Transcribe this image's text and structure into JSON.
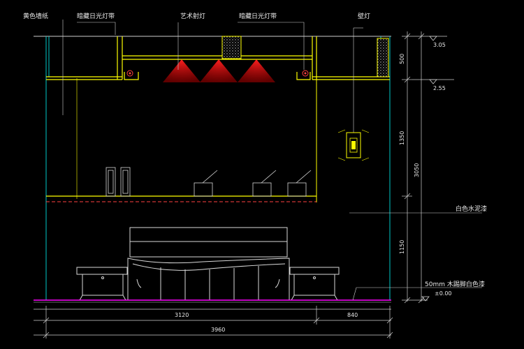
{
  "labels": {
    "wallpaper": "黄色墙纸",
    "hidden_light_left": "暗藏日光灯带",
    "art_spotlight": "艺术射灯",
    "hidden_light_right": "暗藏日光灯带",
    "wall_lamp": "壁灯",
    "white_paint": "白色水泥漆",
    "skirting": "50mm 木踢脚白色漆"
  },
  "elevations": {
    "top": "3.05",
    "ceiling": "2.55",
    "floor": "±0.00"
  },
  "vertical_dims": {
    "d1": "500",
    "d2": "1350",
    "d3": "1150",
    "total": "3050"
  },
  "horizontal_dims": {
    "d1": "3120",
    "d2": "840",
    "total": "3960"
  },
  "colors": {
    "wall_line": "#00c8c8",
    "ceiling_line": "#ffff00",
    "spot_light": "#ff2020",
    "floor_line": "#ff00ff",
    "dashed_line": "#ff4040",
    "furniture": "#d8d8d8"
  }
}
